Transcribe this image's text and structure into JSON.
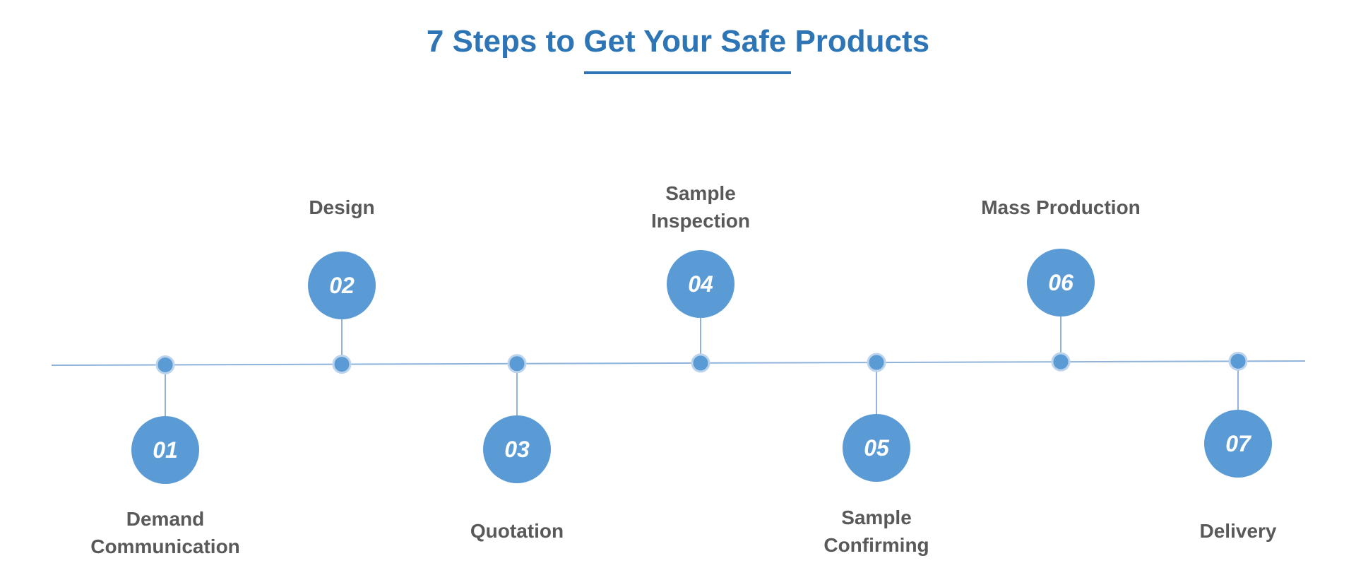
{
  "title": "7 Steps to Get Your Safe Products",
  "colors": {
    "title": "#2e75b6",
    "circle": "#5b9bd5",
    "line": "#8fb3db",
    "label": "#595959",
    "number": "#ffffff"
  },
  "steps": [
    {
      "number": "01",
      "label": "Demand\nCommunication",
      "side": "below"
    },
    {
      "number": "02",
      "label": "Design",
      "side": "above"
    },
    {
      "number": "03",
      "label": "Quotation",
      "side": "below"
    },
    {
      "number": "04",
      "label": "Sample\nInspection",
      "side": "above"
    },
    {
      "number": "05",
      "label": "Sample\nConfirming",
      "side": "below"
    },
    {
      "number": "06",
      "label": "Mass Production",
      "side": "above"
    },
    {
      "number": "07",
      "label": "Delivery",
      "side": "below"
    }
  ]
}
